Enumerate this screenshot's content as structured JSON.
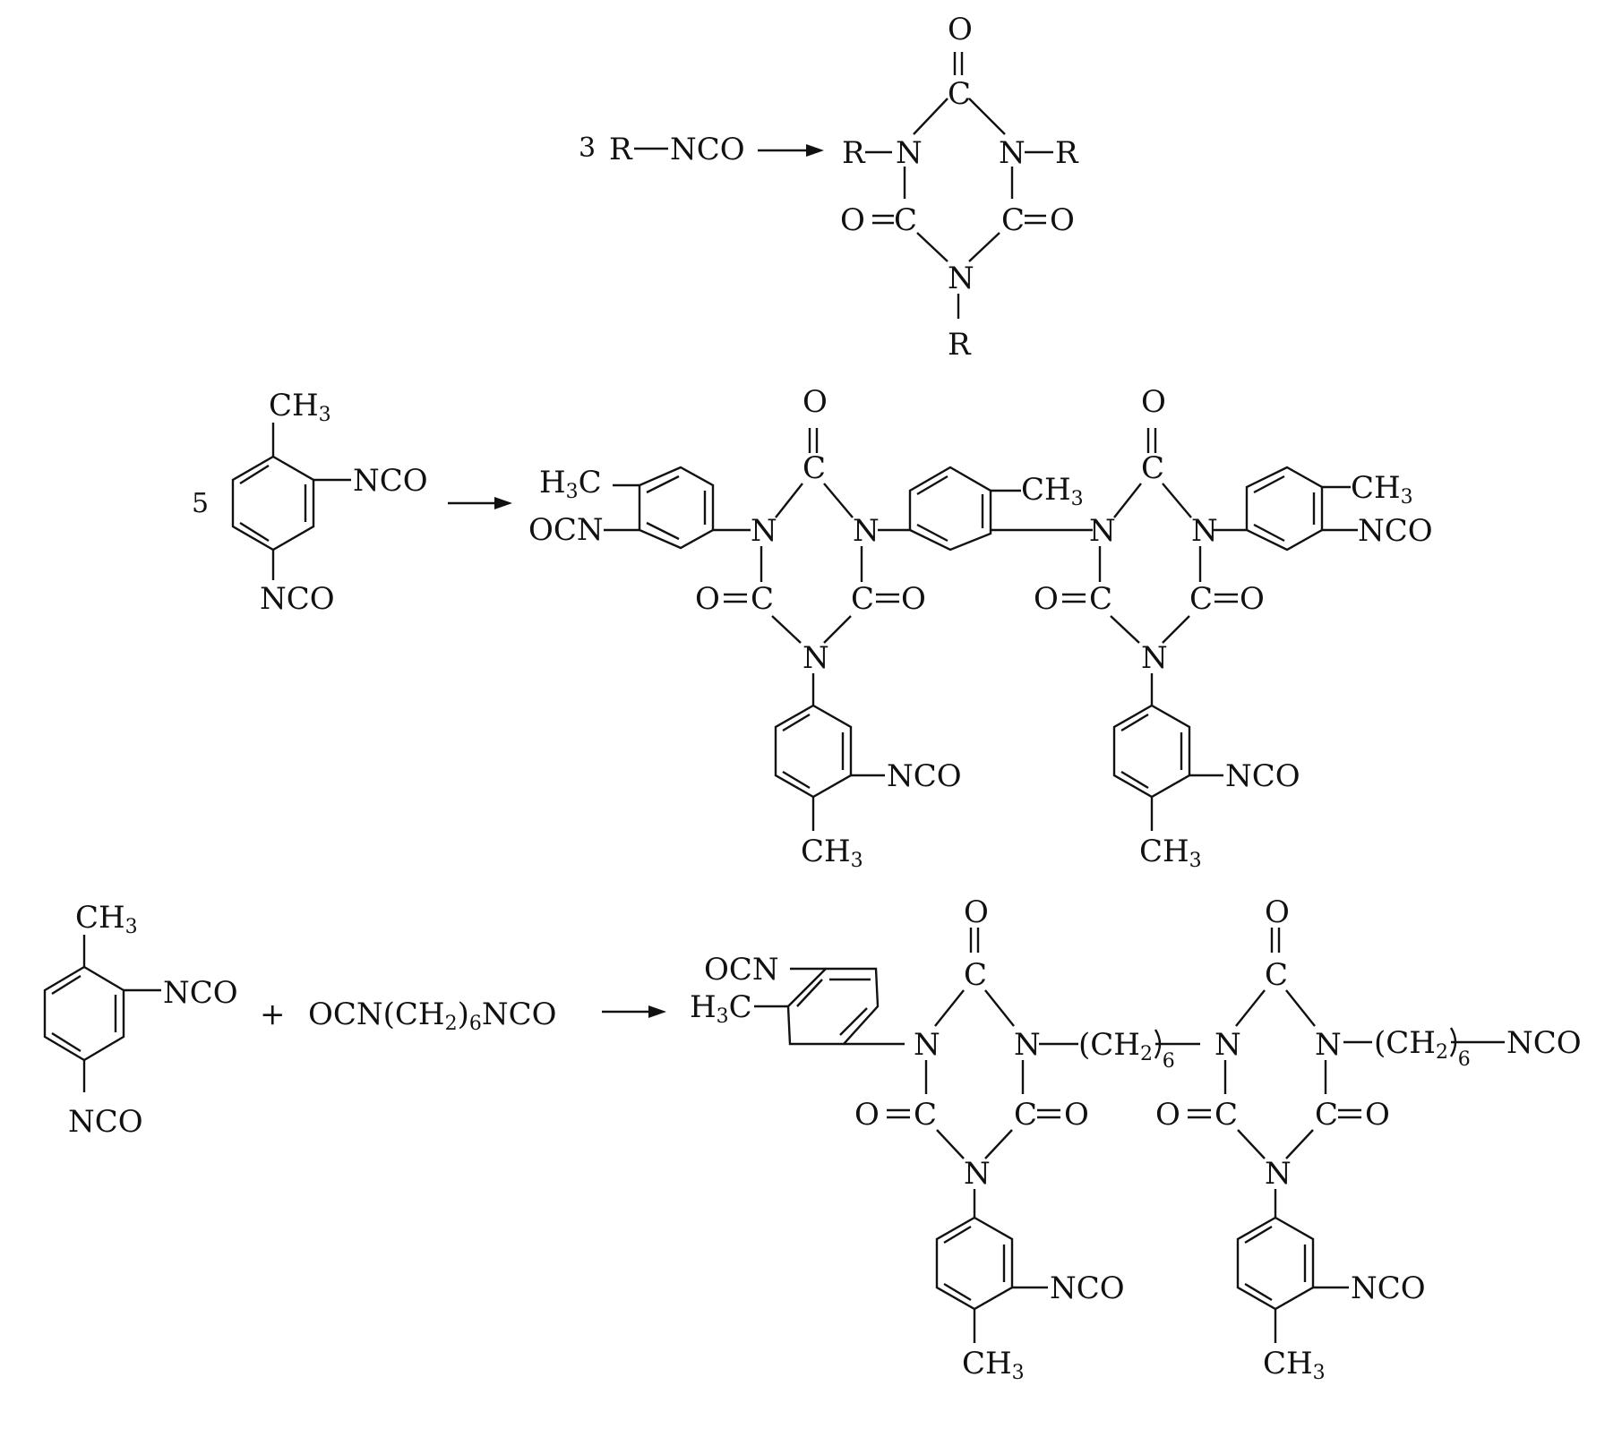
{
  "colors": {
    "ink": "#111111",
    "paper": "#ffffff"
  },
  "atoms": {
    "O": "O",
    "C": "C",
    "N": "N",
    "R": "R",
    "H": "H"
  },
  "groups": {
    "nco": "NCO",
    "ocn": "OCN",
    "ch": "CH",
    "three": "3",
    "two": "2",
    "six": "6"
  },
  "reactions": [
    {
      "coefficient": "3",
      "reactant_R": "R",
      "reactant_group": "NCO"
    },
    {
      "coefficient": "5"
    },
    {
      "plus": "+",
      "reactant2_prefix": "OCN(CH",
      "reactant2_suffix": "NCO"
    }
  ]
}
